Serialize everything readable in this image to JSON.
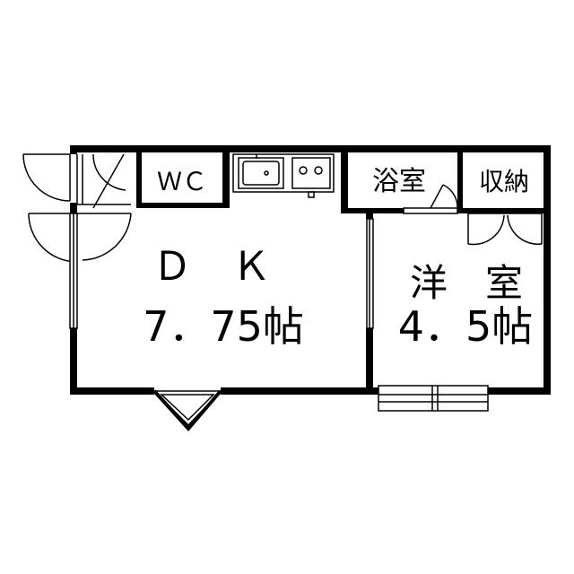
{
  "rooms": {
    "wc": "ＷＣ",
    "bath": "浴室",
    "storage": "収納",
    "dk_name": "Ｄ　Ｋ",
    "dk_size": "7．75帖",
    "western_name": "洋　室",
    "western_size": "4．5帖"
  },
  "colors": {
    "wall": "#000000",
    "background": "#ffffff"
  }
}
